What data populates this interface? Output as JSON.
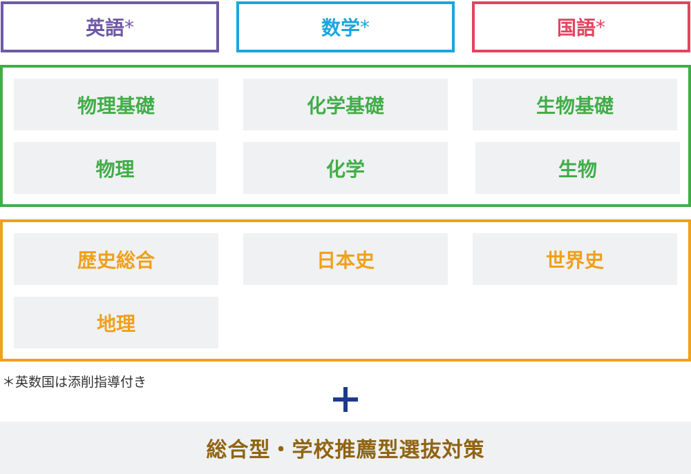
{
  "core_subjects": [
    {
      "label": "英語",
      "mark": "*",
      "color": "#6f58a7"
    },
    {
      "label": "数学",
      "mark": "*",
      "color": "#1aa6dc"
    },
    {
      "label": "国語",
      "mark": "*",
      "color": "#e3445e"
    }
  ],
  "science": {
    "color": "#41ad48",
    "items": [
      "物理基礎",
      "化学基礎",
      "生物基礎",
      "物理",
      "化学",
      "生物"
    ]
  },
  "social": {
    "color": "#f0a01a",
    "items": [
      "歴史総合",
      "日本史",
      "世界史",
      "地理"
    ]
  },
  "note": "＊英数国は添削指導付き",
  "plus_color": "#1e3a8a",
  "bottom_label": "総合型・学校推薦型選抜対策",
  "bottom_color": "#8f6413"
}
